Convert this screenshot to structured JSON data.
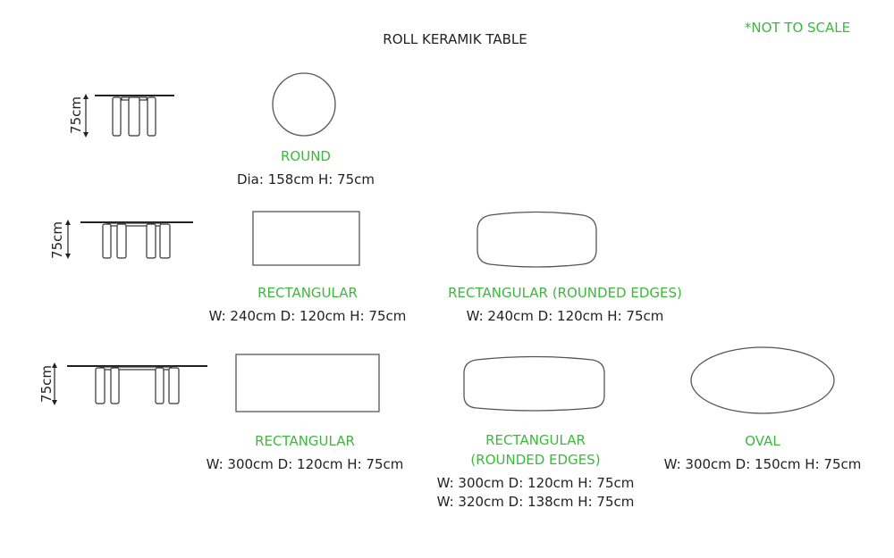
{
  "title": "ROLL KERAMIK TABLE",
  "note": "*NOT TO SCALE",
  "height_label": "75cm",
  "colors": {
    "accent": "#3cb93c",
    "text": "#222222"
  },
  "tables": [
    {
      "name": "ROUND",
      "dims": [
        "Dia: 158cm H: 75cm"
      ]
    },
    {
      "name": "RECTANGULAR",
      "dims": [
        "W: 240cm D: 120cm H: 75cm"
      ]
    },
    {
      "name": "RECTANGULAR (ROUNDED EDGES)",
      "dims": [
        "W: 240cm D: 120cm H: 75cm"
      ]
    },
    {
      "name": "RECTANGULAR",
      "dims": [
        "W: 300cm D: 120cm H: 75cm"
      ]
    },
    {
      "name_lines": [
        "RECTANGULAR",
        "(ROUNDED EDGES)"
      ],
      "dims": [
        "W: 300cm D: 120cm H: 75cm",
        "W: 320cm D: 138cm H: 75cm"
      ]
    },
    {
      "name": "OVAL",
      "dims": [
        "W: 300cm D: 150cm H: 75cm"
      ]
    }
  ]
}
